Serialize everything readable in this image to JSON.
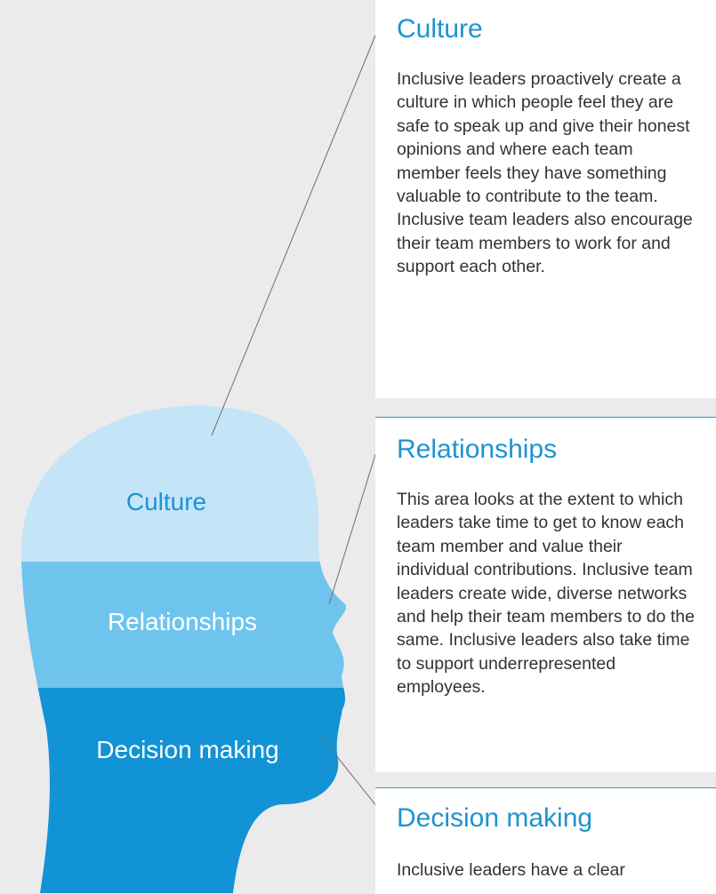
{
  "colors": {
    "background": "#ebebeb",
    "culture_band": "#c4e4f8",
    "relationships_band": "#6fc4ee",
    "decision_band": "#1193d5",
    "heading": "#1e93d2",
    "body_text": "#333333",
    "connector": "#6e6e6e"
  },
  "head": {
    "culture_label": "Culture",
    "relationships_label": "Relationships",
    "decision_label": "Decision making"
  },
  "cards": [
    {
      "title": "Culture",
      "body": "Inclusive leaders proactively create a culture in which people feel they are safe to speak up and give their honest opinions and where each team member feels they have something valuable to contribute to the team. Inclusive team leaders also encourage their team members to work for and support each other."
    },
    {
      "title": "Relationships",
      "body": "This area looks at the extent to which leaders take time to get to know each team member and value their individual contributions. Inclusive team leaders create wide, diverse networks and help their team members to do the same. Inclusive leaders also take time to support underrepresented employees."
    },
    {
      "title": "Decision making",
      "body": "Inclusive leaders have a clear"
    }
  ]
}
